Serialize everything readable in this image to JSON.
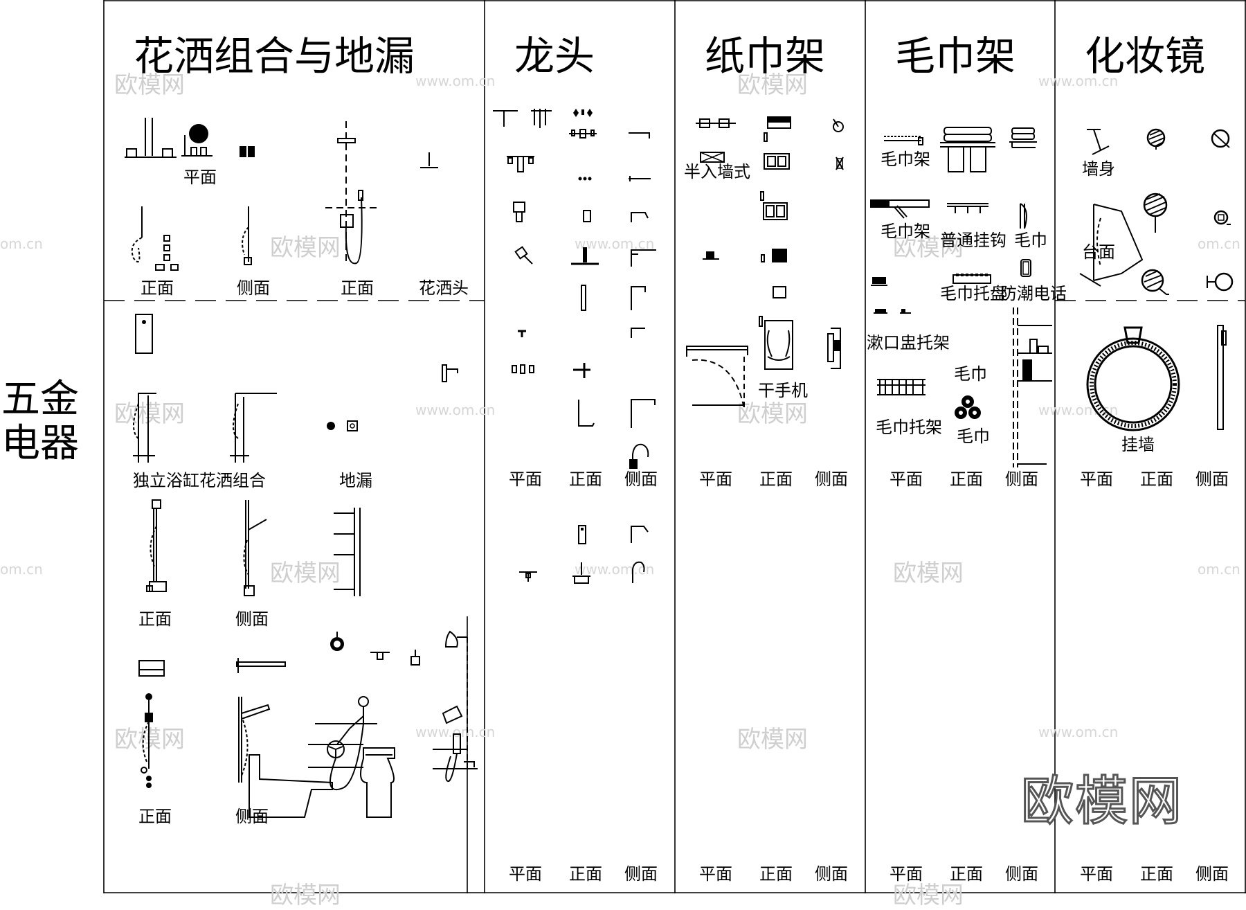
{
  "side_label": "五金\n电器",
  "sections": {
    "shower": {
      "title": "花洒组合与地漏"
    },
    "faucet": {
      "title": "龙头"
    },
    "paper": {
      "title": "纸巾架"
    },
    "towel": {
      "title": "毛巾架"
    },
    "mirror": {
      "title": "化妆镜"
    }
  },
  "labels": {
    "pingmian": "平面",
    "zhengmian": "正面",
    "cemian": "侧面",
    "huasatou": "花洒头",
    "duli": "独立浴缸花洒组合",
    "dilou": "地漏",
    "banru": "半入墙式",
    "ganshouji": "干手机",
    "maojinjia": "毛巾架",
    "putong": "普通挂钩",
    "maojin": "毛巾",
    "tuopan": "毛巾托盘",
    "fangchao": "防潮电话",
    "shukou": "漱口盅托架",
    "maojintuojia": "毛巾托架",
    "qiangshen": "墙身",
    "taimian": "台面",
    "guaqiang": "挂墙"
  },
  "watermark": {
    "logo": "欧模网",
    "url": "www.om.cn",
    "url_short": "om.cn"
  }
}
